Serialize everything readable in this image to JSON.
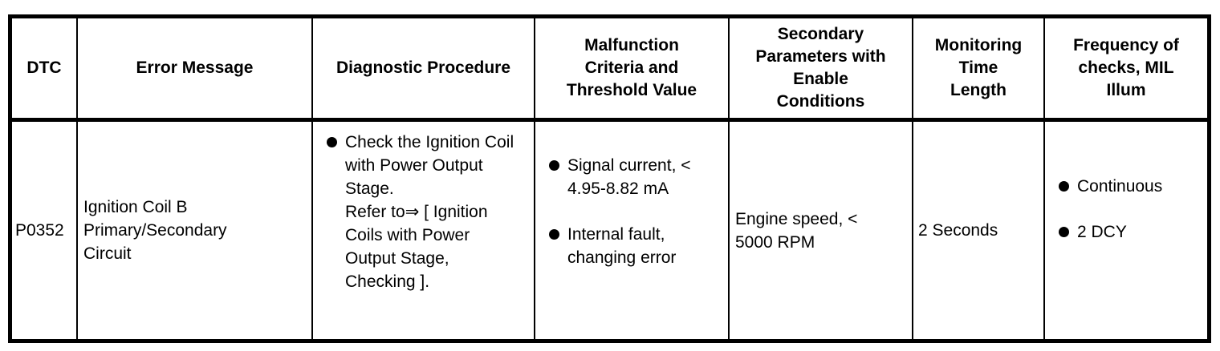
{
  "document": {
    "background_color": "#ffffff",
    "text_color": "#000000",
    "border_color": "#000000"
  },
  "table": {
    "headers": [
      {
        "id": "dtc",
        "lines": [
          "DTC"
        ]
      },
      {
        "id": "error_message",
        "lines": [
          "Error Message"
        ]
      },
      {
        "id": "diagnostic_procedure",
        "lines": [
          "Diagnostic Procedure"
        ]
      },
      {
        "id": "malfunction_criteria",
        "lines": [
          "Malfunction",
          "Criteria and",
          "Threshold Value"
        ]
      },
      {
        "id": "secondary_parameters",
        "lines": [
          "Secondary",
          "Parameters with",
          "Enable",
          "Conditions"
        ]
      },
      {
        "id": "monitoring_time",
        "lines": [
          "Monitoring",
          "Time",
          "Length"
        ]
      },
      {
        "id": "frequency",
        "lines": [
          "Frequency of",
          "checks, MIL",
          "Illum"
        ]
      }
    ],
    "row": {
      "dtc": "P0352",
      "error_message": "Ignition Coil B Primary/Secondary Circuit",
      "diagnostic_procedure_bullet": {
        "lines": [
          "Check the Ignition Coil with Power Output Stage.",
          "Refer to⇒ [ Ignition Coils with Power Output Stage, Checking ]."
        ]
      },
      "malfunction_bullets": [
        "Signal current, < 4.95-8.82 mA",
        "Internal fault, changing error"
      ],
      "secondary_parameters": "Engine speed, < 5000 RPM",
      "monitoring_time_length": "2 Seconds",
      "frequency_bullets": [
        "Continuous",
        "2 DCY"
      ]
    }
  }
}
